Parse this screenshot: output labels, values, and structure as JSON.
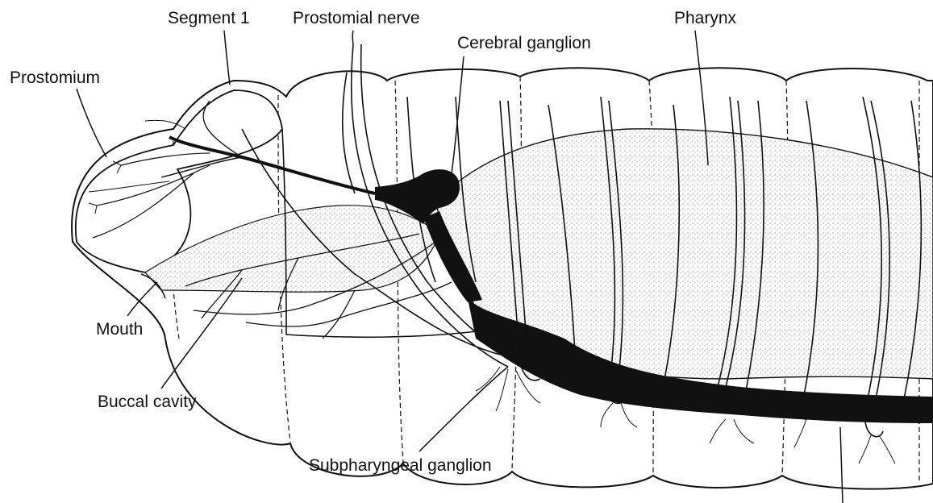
{
  "figure": {
    "labels": {
      "segment": "Segment 1",
      "prostomial_nerve": "Prostomial nerve",
      "cerebral_ganglion": "Cerebral ganglion",
      "pharynx": "Pharynx",
      "prostomium": "Prostomium",
      "mouth": "Mouth",
      "buccal_cavity": "Buccal cavity",
      "subpharyngeal_ganglion": "Subpharyngeal ganglion"
    },
    "colors": {
      "ink": "#111111",
      "stipple": "#9a9a9a",
      "background": "#ffffff"
    }
  }
}
